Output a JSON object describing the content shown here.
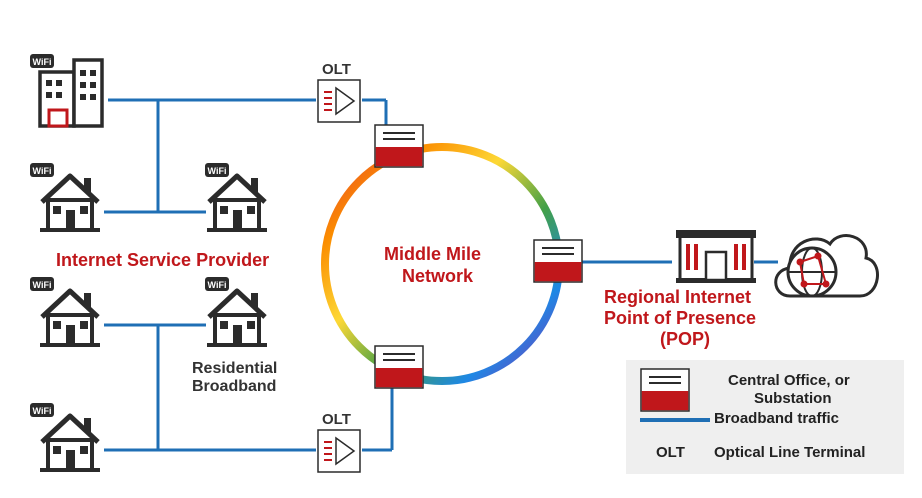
{
  "labels": {
    "isp": "Internet Service Provider",
    "middle_mile_line1": "Middle Mile",
    "middle_mile_line2": "Network",
    "pop_line1": "Regional Internet",
    "pop_line2": "Point of Presence",
    "pop_line3": "(POP)",
    "residential_line1": "Residential",
    "residential_line2": "Broadband",
    "olt_top": "OLT",
    "olt_bottom": "OLT",
    "wifi": "Wi Fi"
  },
  "legend": {
    "central_office_line1": "Central Office, or",
    "central_office_line2": "Substation",
    "broadband_traffic": "Broadband traffic",
    "olt_abbr": "OLT",
    "olt_full": "Optical Line Terminal"
  },
  "colors": {
    "line_blue": "#1f6fb5",
    "accent_red": "#c0171b",
    "icon_dark": "#2b2b2b",
    "legend_bg": "#efefef"
  },
  "icons": [
    "office-building-icon",
    "house-icon",
    "olt-icon",
    "central-office-icon",
    "pop-building-icon",
    "cloud-globe-icon",
    "wifi-badge-icon"
  ]
}
